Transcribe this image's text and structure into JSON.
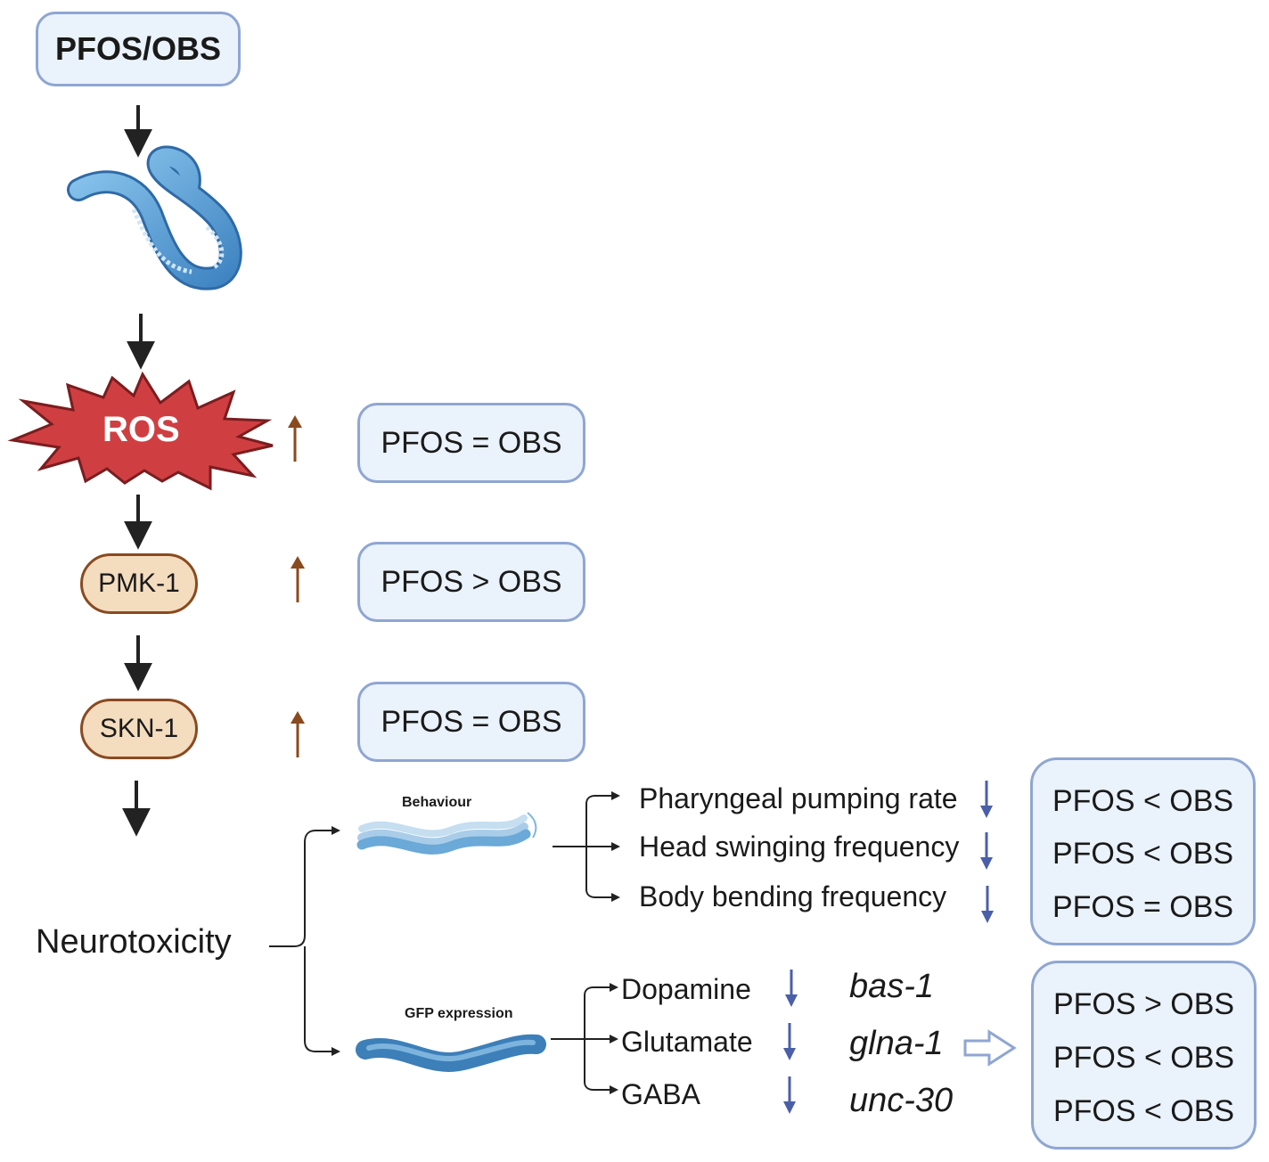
{
  "exposure": {
    "label": "PFOS/OBS"
  },
  "organism": {
    "icon": "nematode-worm-icon"
  },
  "ros": {
    "label": "ROS",
    "color": "#c9393c"
  },
  "pmk1": {
    "label": "PMK-1"
  },
  "skn1": {
    "label": "SKN-1"
  },
  "neurotoxicity": {
    "label": "Neurotoxicity"
  },
  "comparisons": {
    "ros": "PFOS = OBS",
    "pmk1": "PFOS > OBS",
    "skn1": "PFOS = OBS"
  },
  "behaviour": {
    "title": "Behaviour",
    "effects": [
      {
        "label": "Pharyngeal pumping rate",
        "direction": "down"
      },
      {
        "label": "Head swinging frequency",
        "direction": "down"
      },
      {
        "label": "Body bending frequency",
        "direction": "down"
      }
    ],
    "comparisons": [
      "PFOS < OBS",
      "PFOS < OBS",
      "PFOS = OBS"
    ]
  },
  "gfp": {
    "title": "GFP expression",
    "effects": [
      {
        "label": "Dopamine",
        "gene": "bas-1",
        "direction": "down"
      },
      {
        "label": "Glutamate",
        "gene": "glna-1",
        "direction": "down"
      },
      {
        "label": "GABA",
        "gene": "unc-30",
        "direction": "down"
      }
    ],
    "comparisons": [
      "PFOS > OBS",
      "PFOS < OBS",
      "PFOS < OBS"
    ]
  },
  "colors": {
    "up_arrow": "#8a4a1f",
    "down_arrow": "#4b5fa8",
    "box_fill": "#eaf2fb",
    "box_border": "#8fa6d3",
    "pill_fill": "#f4dcbf",
    "worm": "#5b9fd4"
  }
}
